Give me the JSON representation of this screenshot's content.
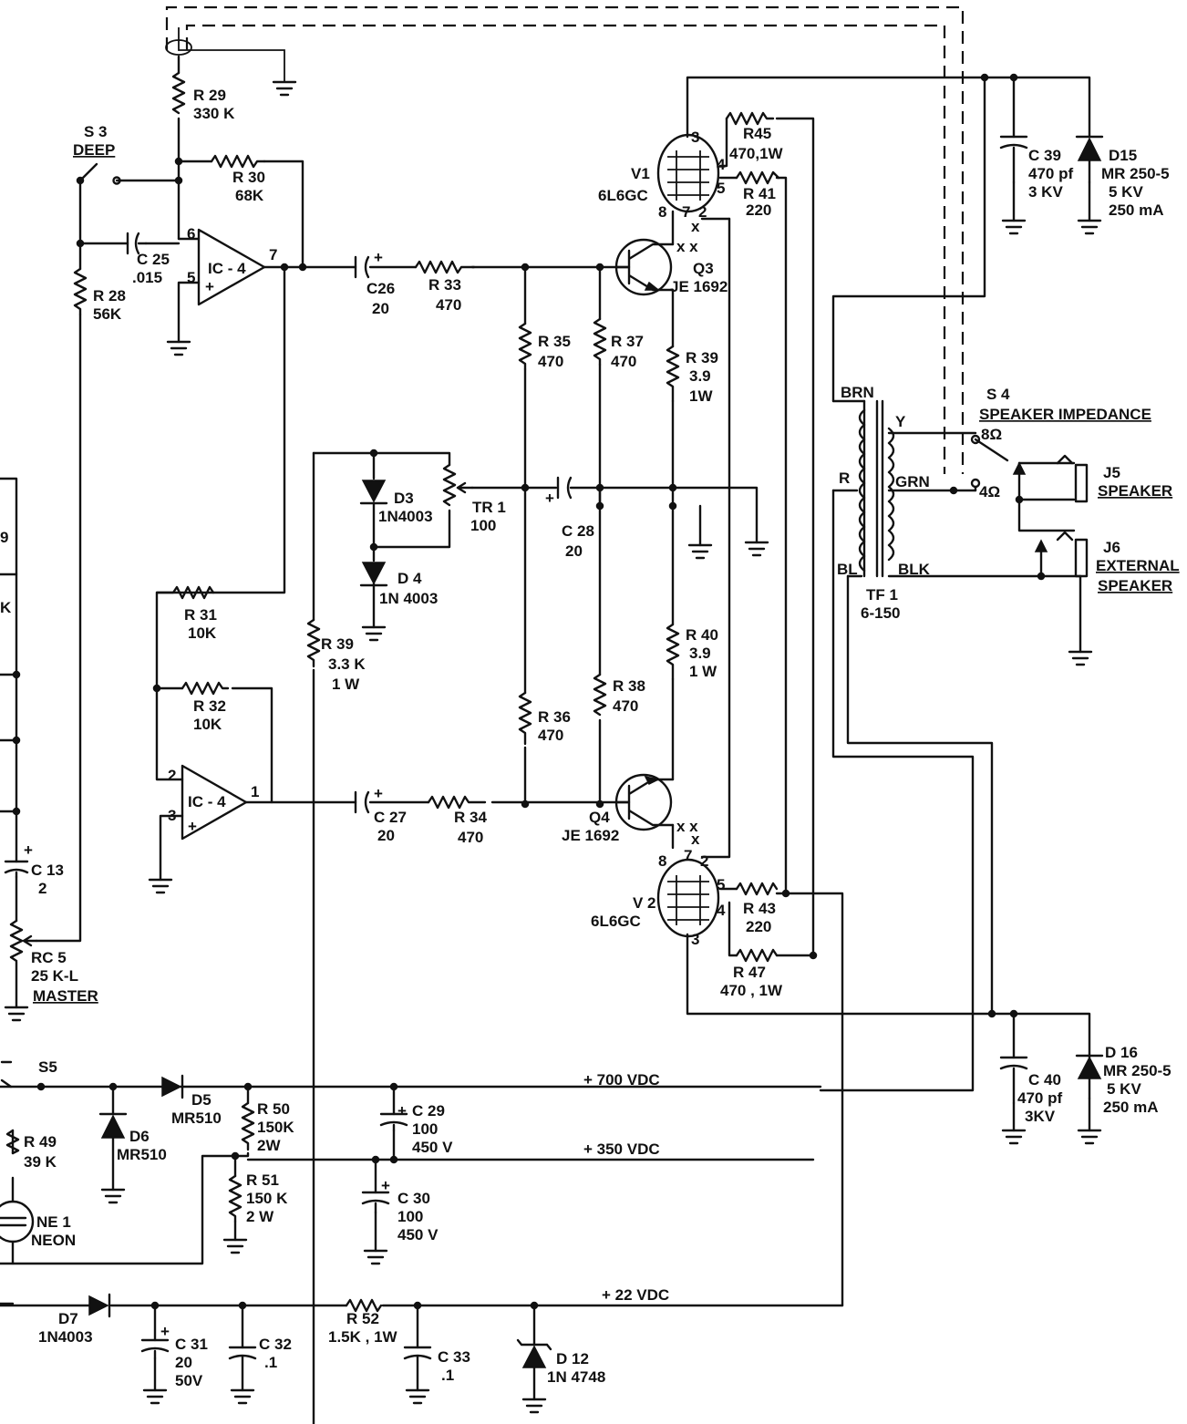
{
  "labels": {
    "r29": "R 29",
    "r29v": "330 K",
    "s3": "S 3",
    "s3n": "DEEP",
    "r30": "R 30",
    "r30v": "68K",
    "c25": "C 25",
    "c25v": ".015",
    "ic4a": "IC - 4",
    "r28": "R 28",
    "r28v": "56K",
    "c26": "C26",
    "c26v": "20",
    "r33": "R 33",
    "r33v": "470",
    "r35": "R 35",
    "r35v": "470",
    "r37": "R 37",
    "r37v": "470",
    "v1": "V1",
    "v1v": "6L6GC",
    "q3": "Q3",
    "q3v": "JE 1692",
    "r45": "R45",
    "r45v": "470,1W",
    "r41": "R 41",
    "r41v": "220",
    "r39a": "R 39",
    "r39av": "3.9",
    "r39aw": "1W",
    "c39": "C 39",
    "c39v": "470 pf",
    "c39k": "3 KV",
    "d15": "D15",
    "d15v": "MR 250-5",
    "d15k": "5 KV",
    "d15a": "250 mA",
    "d3": "D3",
    "d3v": "1N4003",
    "tr1": "TR 1",
    "tr1v": "100",
    "c28": "C 28",
    "c28v": "20",
    "d4": "D 4",
    "d4v": "1N 4003",
    "r31": "R 31",
    "r31v": "10K",
    "r32": "R 32",
    "r32v": "10K",
    "r39b": "R 39",
    "r39bv": "3.3 K",
    "r39bw": "1 W",
    "r40": "R 40",
    "r40v": "3.9",
    "r40w": "1 W",
    "r38": "R 38",
    "r38v": "470",
    "r36": "R 36",
    "r36v": "470",
    "ic4b": "IC - 4",
    "c27": "C 27",
    "c27v": "20",
    "r34": "R 34",
    "r34v": "470",
    "q4": "Q4",
    "q4v": "JE 1692",
    "v2": "V 2",
    "v2v": "6L6GC",
    "r43": "R 43",
    "r43v": "220",
    "r47": "R 47",
    "r47v": "470 , 1W",
    "c13": "C 13",
    "c13v": "2",
    "rc5": "RC 5",
    "rc5v": "25 K-L",
    "rc5n": "MASTER",
    "s4": "S 4",
    "s4n": "SPEAKER IMPEDANCE",
    "ohm8": "8Ω",
    "ohm4": "4Ω",
    "j5": "J5",
    "j5n": "SPEAKER",
    "j6": "J6",
    "j6n": "EXTERNAL",
    "j6n2": "SPEAKER",
    "brn": "BRN",
    "y": "Y",
    "grn": "GRN",
    "r": "R",
    "bl": "BL",
    "blk": "BLK",
    "tf1": "TF 1",
    "tf1v": "6-150",
    "c40": "C 40",
    "c40v": "470 pf",
    "c40k": "3KV",
    "d16": "D 16",
    "d16v": "MR 250-5",
    "d16k": "5 KV",
    "d16a": "250 mA",
    "s5": "S5",
    "d5": "D5",
    "d5v": "MR510",
    "d6": "D6",
    "d6v": "MR510",
    "r50": "R 50",
    "r50v": "150K",
    "r50w": "2W",
    "r51": "R 51",
    "r51v": "150 K",
    "r51w": "2 W",
    "c29": "C 29",
    "c29v": "100",
    "c29k": "450 V",
    "c30": "C 30",
    "c30v": "100",
    "c30k": "450 V",
    "r49": "R 49",
    "r49v": "39 K",
    "ne1": "NE 1",
    "ne1n": "NEON",
    "vdc700": "+ 700 VDC",
    "vdc350": "+ 350 VDC",
    "vdc22": "+ 22 VDC",
    "d7": "D7",
    "d7v": "1N4003",
    "c31": "C 31",
    "c31v": "20",
    "c31k": "50V",
    "c32": "C 32",
    "c32v": ".1",
    "r52": "R 52",
    "r52v": "1.5K , 1W",
    "c33": "C 33",
    "c33v": ".1",
    "d12": "D 12",
    "d12v": "1N 4748",
    "pin6": "6",
    "pin5": "5",
    "pin7": "7",
    "pin2": "2",
    "pin3": "3",
    "pin1": "1",
    "plus": "+",
    "minus": "−",
    "v1p3": "3",
    "v1p4": "4",
    "v1p5": "5",
    "v1p8": "8",
    "v1p7": "7",
    "v1p2": "2",
    "v2p8": "8",
    "v2p7": "7",
    "v2p2": "2",
    "v2p5": "5",
    "v2p4": "4",
    "v2p3": "3",
    "xx": "x x",
    "x": "x",
    "side9": "9",
    "sidek": "K"
  }
}
